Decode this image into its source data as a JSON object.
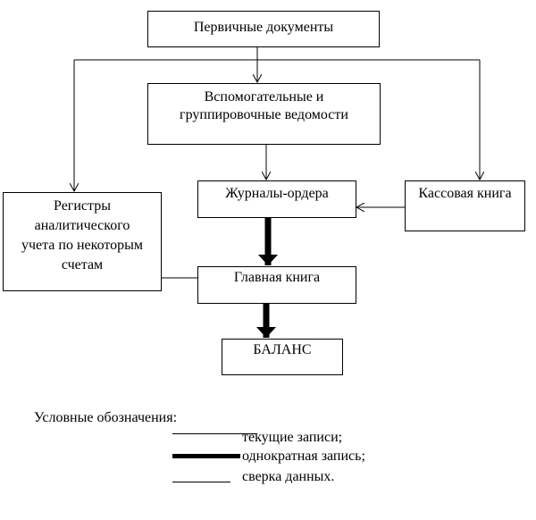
{
  "nodes": {
    "primary": "Первичные документы",
    "auxiliary_line1": "Вспомогательные и",
    "auxiliary_line2": "группировочные ведомости",
    "journals": "Журналы-ордера",
    "cashbook": "Кассовая книга",
    "registers_line1": "Регистры",
    "registers_line2": "аналитического",
    "registers_line3": "учета по некоторым",
    "registers_line4": "счетам",
    "ledger": "Главная книга",
    "balance": "БАЛАНС"
  },
  "legend": {
    "title": "Условные обозначения:",
    "current": "текущие записи;",
    "single": "однократная запись;",
    "reconcile": "сверка данных."
  }
}
